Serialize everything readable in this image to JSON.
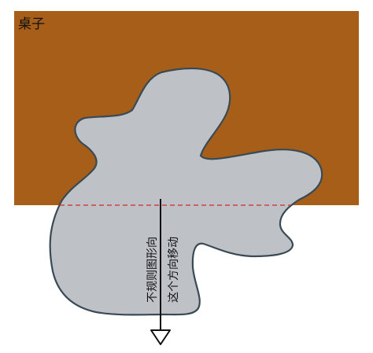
{
  "table": {
    "label": "桌子",
    "color": "#A65E18"
  },
  "shape": {
    "fill": "#BEC2C7",
    "stroke": "#3A4A55"
  },
  "cut_line": {
    "color": "#D04040"
  },
  "arrow": {
    "color": "#111111",
    "direction": "down"
  },
  "annotation": {
    "line1": "不规则图形向",
    "line2": "这个方向移动"
  }
}
